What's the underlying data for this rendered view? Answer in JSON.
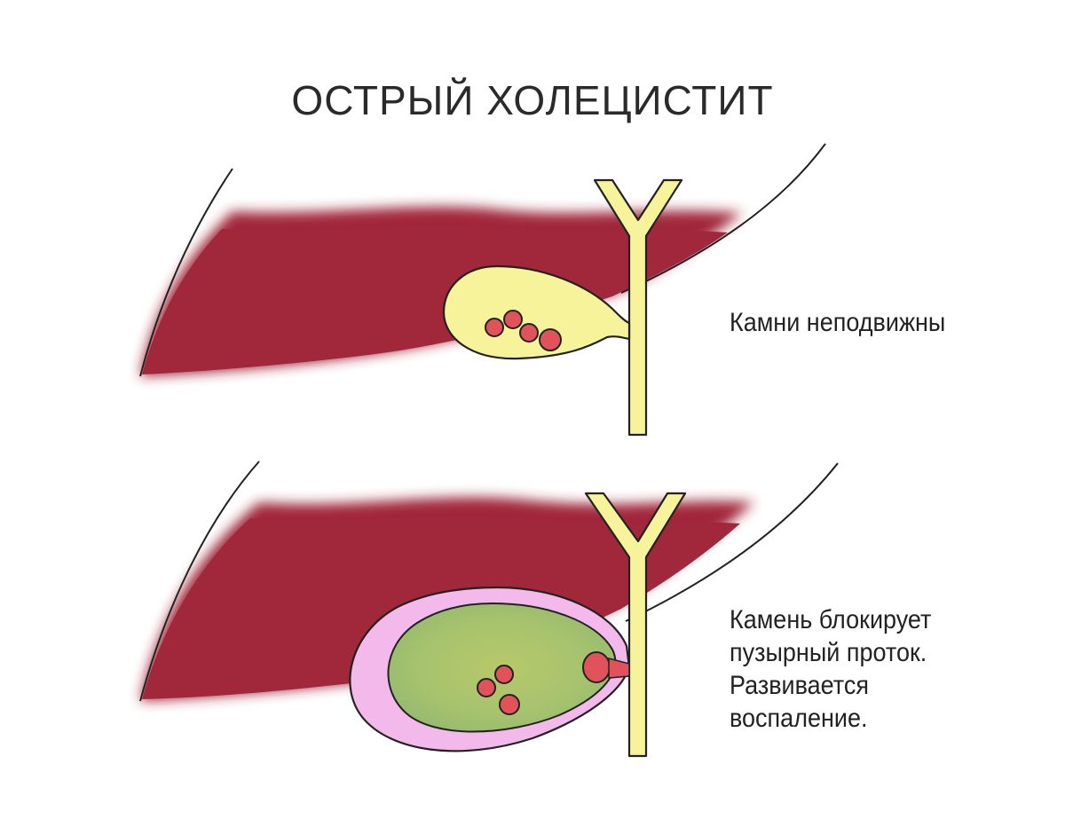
{
  "title": "ОСТРЫЙ ХОЛЕЦИСТИТ",
  "panels": [
    {
      "caption_lines": [
        "Камни неподвижны"
      ]
    },
    {
      "caption_lines": [
        "Камень блокирует",
        "пузырный проток.",
        "Развивается",
        "воспаление."
      ]
    }
  ],
  "colors": {
    "liver": "#a1273a",
    "liver_edge": "#c8485b",
    "bile_duct": "#f7f39a",
    "gallbladder_normal": "#f7f39a",
    "gallbladder_inflamed_fill": "#a9c46b",
    "gallbladder_inflamed_wall": "#f3b9ea",
    "stone": "#e1535b",
    "outline": "#222222"
  }
}
